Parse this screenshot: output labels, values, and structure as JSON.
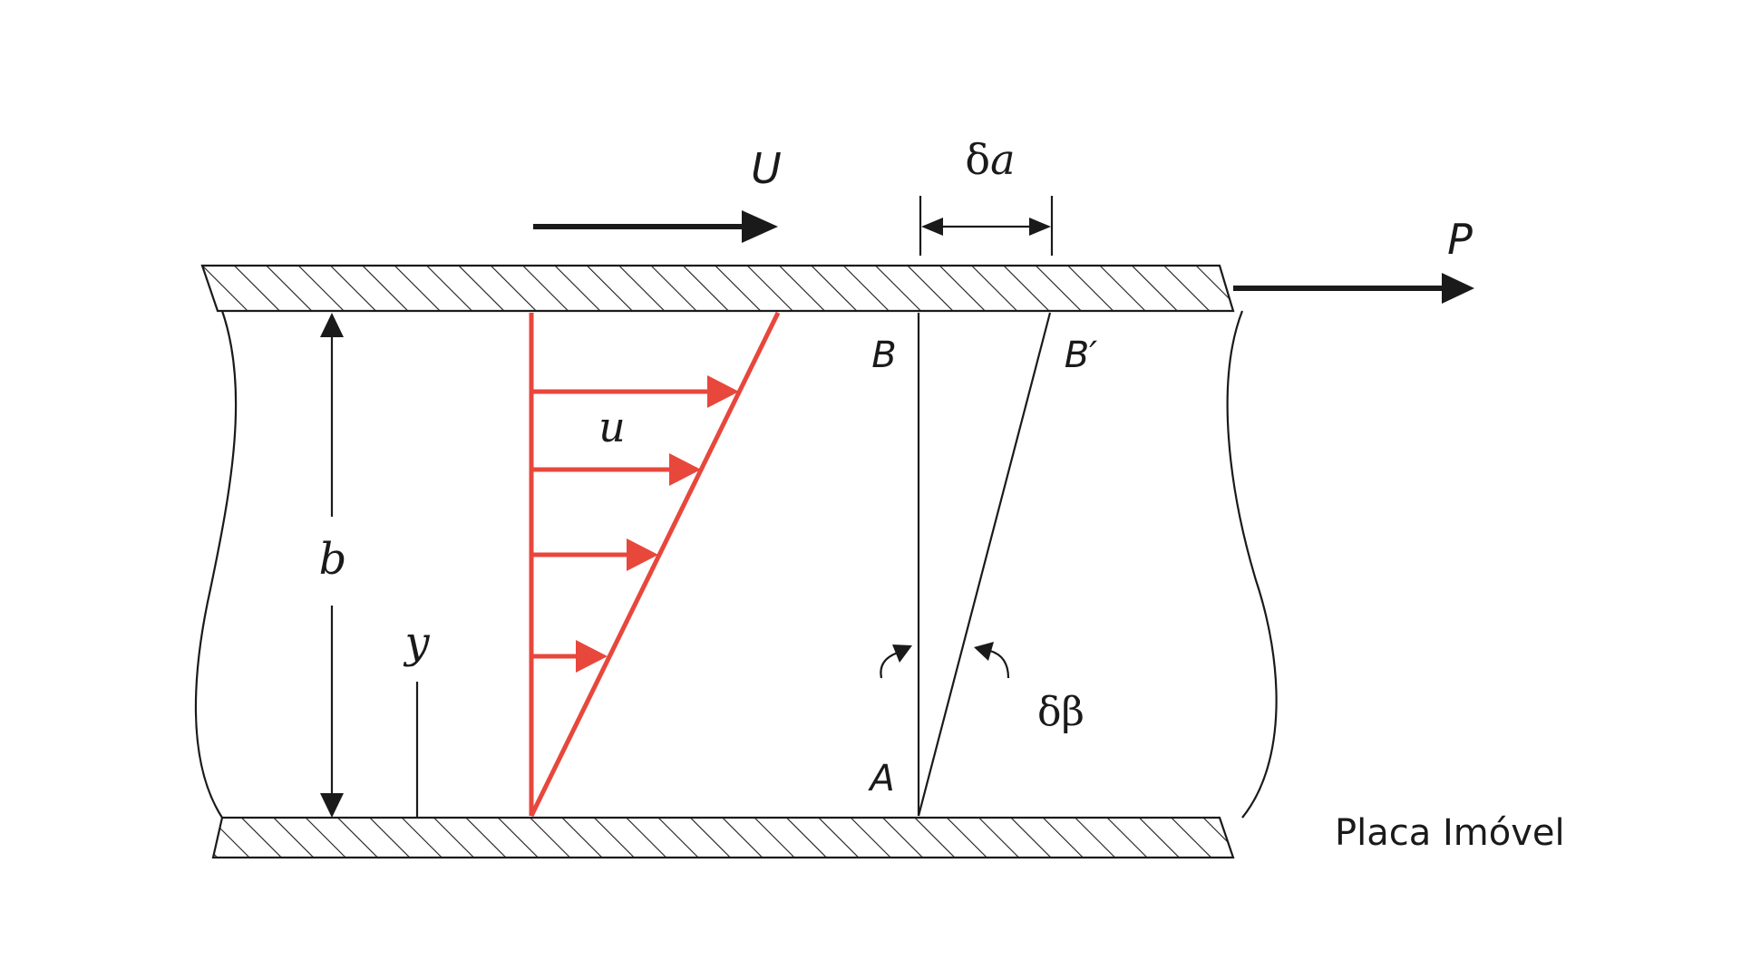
{
  "labels": {
    "U": "U",
    "P": "P",
    "delta_a_sym": "δ",
    "delta_a_var": "a",
    "u": "u",
    "b": "b",
    "y": "y",
    "B": "B",
    "B_prime": "B′",
    "A": "A",
    "delta_beta": "δβ",
    "fixed_plate": "Placa Imóvel"
  },
  "colors": {
    "ink": "#1a1a1a",
    "velocity_profile": "#e8473c"
  }
}
